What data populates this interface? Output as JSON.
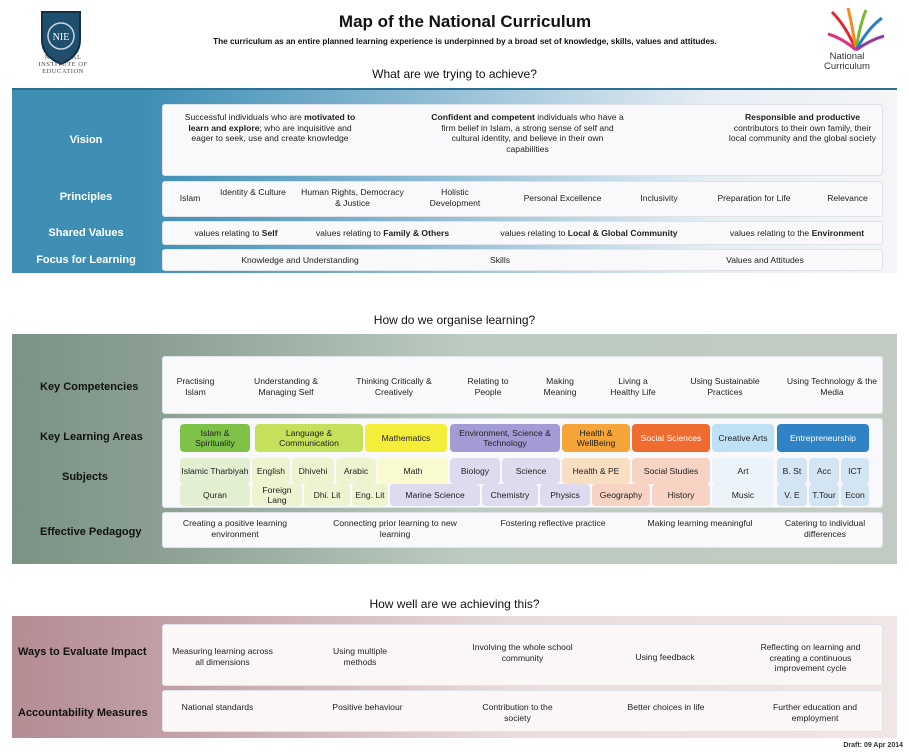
{
  "header": {
    "nie_logo_label": "NIE",
    "nie_name_lines": [
      "NATIONAL",
      "INSTITUTE OF",
      "EDUCATION"
    ],
    "title": "Map of the National Curriculum",
    "subtitle": "The curriculum as an entire planned learning experience is underpinned by a broad set of knowledge, skills, values and attitudes.",
    "nc_logo_lines": [
      "National",
      "Curriculum"
    ]
  },
  "questions": {
    "q1": "What are we trying to achieve?",
    "q2": "How do we organise learning?",
    "q3": "How well are we achieving this?"
  },
  "section1": {
    "vision_label": "Vision",
    "vision": [
      {
        "pre": "Successful individuals who are ",
        "bold": "motivated to learn and explore",
        "post": "; who are inquisitive and eager to seek, use and create knowledge"
      },
      {
        "pre": "",
        "bold": "Confident and competent",
        "post": " individuals who have a firm belief in Islam, a strong sense of self and cultural identity, and believe in their own capabilities"
      },
      {
        "pre": "",
        "bold": "Responsible and productive",
        "post": " contributors to their own family, their local community and the global society"
      }
    ],
    "principles_label": "Principles",
    "principles": [
      "Islam",
      "Identity & Culture",
      "Human Rights, Democracy & Justice",
      "Holistic Development",
      "Personal Excellence",
      "Inclusivity",
      "Preparation for Life",
      "Relevance"
    ],
    "shared_values_label": "Shared Values",
    "shared_values": [
      {
        "pre": "values relating to ",
        "bold": "Self"
      },
      {
        "pre": "values relating to ",
        "bold": "Family & Others"
      },
      {
        "pre": "values relating to ",
        "bold": "Local & Global Community"
      },
      {
        "pre": "values relating to the ",
        "bold": "Environment"
      }
    ],
    "focus_label": "Focus for Learning",
    "focus": [
      "Knowledge and Understanding",
      "Skills",
      "Values and Attitudes"
    ]
  },
  "section2": {
    "competencies_label": "Key Competencies",
    "competencies": [
      "Practising Islam",
      "Understanding & Managing Self",
      "Thinking Critically & Creatively",
      "Relating to People",
      "Making Meaning",
      "Living a Healthy Life",
      "Using Sustainable Practices",
      "Using Technology & the Media"
    ],
    "kla_label": "Key Learning Areas",
    "subjects_label": "Subjects",
    "kla": [
      "Islam & Spirituality",
      "Language & Communication",
      "Mathematics",
      "Environment, Science & Technology",
      "Health & WellBeing",
      "Social Sciences",
      "Creative Arts",
      "Entrepreneurship"
    ],
    "kla_colors": [
      "#7ec24a",
      "#c5e05a",
      "#f4ee3a",
      "#a39bd4",
      "#f5a437",
      "#ef6b2f",
      "#bfe1f5",
      "#2f82c4"
    ],
    "subjects_row1": [
      "Islamic Tharbiyah",
      "English",
      "Dhivehi",
      "Arabic",
      "Math",
      "Biology",
      "Science",
      "Health & PE",
      "Social Studies",
      "Art",
      "B. St",
      "Acc",
      "ICT"
    ],
    "subjects_row2": [
      "Quran",
      "Foreign Lang",
      "Dhi. Lit",
      "Eng. Lit",
      "Marine Science",
      "Chemistry",
      "Physics",
      "Geography",
      "History",
      "Music",
      "V. E",
      "T.Tour",
      "Econ"
    ],
    "pedagogy_label": "Effective Pedagogy",
    "pedagogy": [
      "Creating a positive learning environment",
      "Connecting prior learning to new learning",
      "Fostering reflective practice",
      "Making learning meaningful",
      "Catering to individual differences"
    ]
  },
  "section3": {
    "evaluate_label": "Ways to Evaluate Impact",
    "evaluate": [
      "Measuring learning across all dimensions",
      "Using multiple methods",
      "Involving the whole school community",
      "Using feedback",
      "Reflecting on learning and creating a continuous improvement cycle"
    ],
    "accountability_label": "Accountability Measures",
    "accountability": [
      "National standards",
      "Positive behaviour",
      "Contribution to the society",
      "Better choices in life",
      "Further education and employment"
    ]
  },
  "footer": {
    "draft": "Draft: 09 Apr 2014"
  }
}
